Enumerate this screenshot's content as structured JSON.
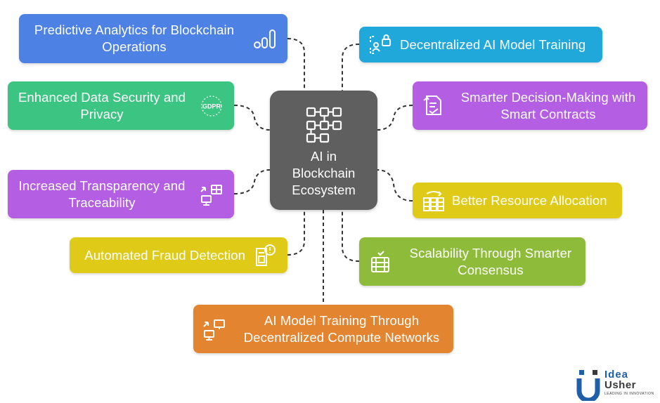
{
  "center": {
    "title": "AI in Blockchain Ecosystem",
    "icon": "blockchain-blocks-icon"
  },
  "nodes": [
    {
      "id": "predictive-analytics",
      "label": "Predictive Analytics for Blockchain Operations",
      "color": "#4d82e4",
      "icon": "bar-chart-icon"
    },
    {
      "id": "decentralized-training",
      "label": "Decentralized AI Model Training",
      "color": "#1fa8d9",
      "icon": "lock-user-icon"
    },
    {
      "id": "data-security",
      "label": "Enhanced Data Security and Privacy",
      "color": "#3cc482",
      "icon": "gdpr-icon"
    },
    {
      "id": "smart-contracts",
      "label": "Smarter Decision-Making with Smart Contracts",
      "color": "#b45ee3",
      "icon": "contract-icon"
    },
    {
      "id": "transparency",
      "label": "Increased Transparency and Traceability",
      "color": "#b45ee3",
      "icon": "data-transfer-icon"
    },
    {
      "id": "resource-allocation",
      "label": "Better Resource Allocation",
      "color": "#dfcb17",
      "icon": "server-rack-icon"
    },
    {
      "id": "fraud-detection",
      "label": "Automated Fraud Detection",
      "color": "#dfcb17",
      "icon": "alert-document-icon"
    },
    {
      "id": "scalability",
      "label": "Scalability Through Smarter Consensus",
      "color": "#8fbb3b",
      "icon": "database-check-icon"
    },
    {
      "id": "compute-networks",
      "label": "AI Model Training Through Decentralized Compute Networks",
      "color": "#e38530",
      "icon": "computer-network-icon"
    }
  ],
  "logo": {
    "line1": "Idea",
    "line2": "Usher",
    "tagline": "LEADING IN INNOVATION"
  },
  "colors": {
    "center": "#5f5f5f",
    "connector": "#333333"
  }
}
